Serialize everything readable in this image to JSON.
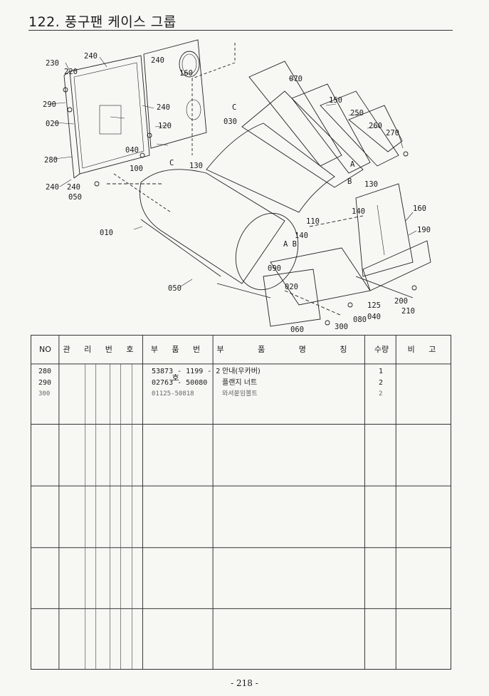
{
  "page": {
    "title": "122. 풍구팬 케이스 그룹",
    "page_number": "- 218 -"
  },
  "diagram_labels": {
    "l240a": "240",
    "l230": "230",
    "l220": "220",
    "l240b": "240",
    "l160": "160",
    "l290": "290",
    "l240c": "240",
    "l020a": "020",
    "l120": "120",
    "l040a": "040",
    "l280": "280",
    "lC1": "C",
    "l100": "100",
    "l240d": "240",
    "l240e": "240",
    "l050a": "050",
    "l130a": "130",
    "l010": "010",
    "l070": "070",
    "l150": "150",
    "l250": "250",
    "l260": "260",
    "l270": "270",
    "lC2": "C",
    "l030": "030",
    "lA1": "A",
    "lB1": "B",
    "l130b": "130",
    "l140a": "140",
    "l110": "110",
    "l140b": "140",
    "lAB": "A B",
    "l160b": "160",
    "l190": "190",
    "l090": "090",
    "l020b": "020",
    "l050b": "050",
    "l125": "125",
    "l200": "200",
    "l210": "210",
    "l080": "080",
    "l040b": "040",
    "l300": "300",
    "l060": "060"
  },
  "table": {
    "headers": {
      "no": "NO",
      "mgmt": "관 리 번 호",
      "part_no": "부 품 번 호",
      "part_name": "부 품 명 칭",
      "qty": "수량",
      "remarks": "비 고"
    },
    "rows": [
      {
        "no": "280",
        "part_no": "53873 - 1199 - 2",
        "name": "안내(우카버)",
        "qty": "1"
      },
      {
        "no": "290",
        "part_no": "02763 - 50080",
        "name": "플랜지 너트",
        "qty": "2"
      },
      {
        "no": "300",
        "part_no": "01125-50818",
        "name": "와셔붙임볼트",
        "qty": "2"
      }
    ]
  }
}
